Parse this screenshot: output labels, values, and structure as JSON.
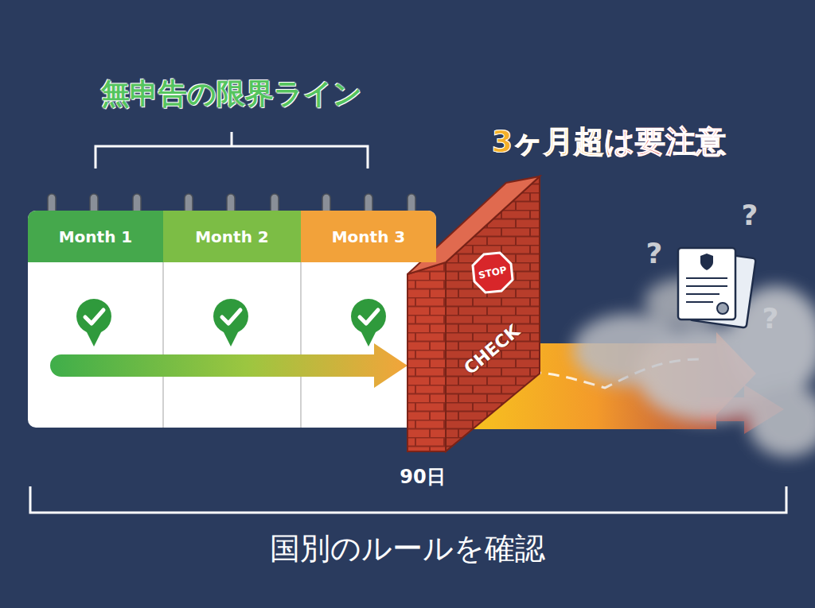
{
  "diagram": {
    "nodes": [
      {
        "text": [
          "Month 1"
        ]
      },
      {
        "text": [
          "Month 2"
        ]
      },
      {
        "text": [
          "Month 3"
        ]
      }
    ],
    "labels": [
      "無申告の限界ライン",
      "3ヶ月超は要注意",
      "STOP",
      "CHECK",
      "90日",
      "国別のルールを確認",
      "?",
      "?",
      "?"
    ]
  }
}
